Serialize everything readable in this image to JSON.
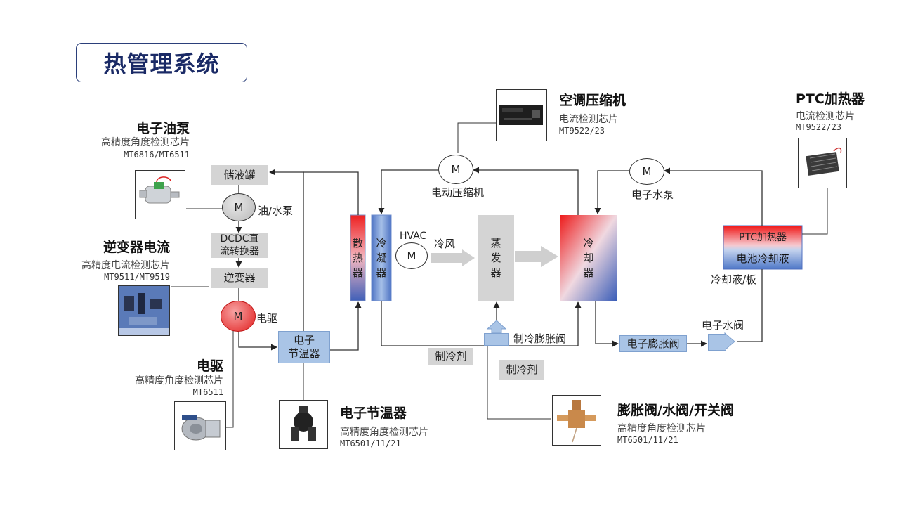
{
  "title": "热管理系统",
  "components": {
    "tank": "储液罐",
    "oil_pump_label": "油/水泵",
    "dcdc_line1": "DCDC直",
    "dcdc_line2": "流转换器",
    "inverter": "逆变器",
    "edrive_label": "电驱",
    "thermostat_line1": "电子",
    "thermostat_line2": "节温器",
    "radiator_chars": [
      "散",
      "热",
      "器"
    ],
    "condenser_chars": [
      "冷",
      "凝",
      "器"
    ],
    "hvac": "HVAC",
    "cold_air": "冷风",
    "evaporator_chars": [
      "蒸",
      "发",
      "器"
    ],
    "cooler_chars": [
      "冷",
      "却",
      "器"
    ],
    "compressor_label": "电动压缩机",
    "water_pump_label": "电子水泵",
    "ptc_heater": "PTC加热器",
    "battery_coolant": "电池冷却液",
    "coolant_plate": "冷却液/板",
    "water_valve_label": "电子水阀",
    "e_expansion_valve": "电子膨胀阀",
    "cooling_expansion_valve": "制冷膨胀阀",
    "refrigerant_1": "制冷剂",
    "refrigerant_2": "制冷剂",
    "motor_symbol": "M"
  },
  "callouts": {
    "oil_pump": {
      "title": "电子油泵",
      "subtitle": "高精度角度检测芯片",
      "code": "MT6816/MT6511"
    },
    "inverter_current": {
      "title": "逆变器电流",
      "subtitle": "高精度电流检测芯片",
      "code": "MT9511/MT9519"
    },
    "edrive": {
      "title": "电驱",
      "subtitle": "高精度角度检测芯片",
      "code": "MT6511"
    },
    "thermostat": {
      "title": "电子节温器",
      "subtitle": "高精度角度检测芯片",
      "code": "MT6501/11/21"
    },
    "ac_compressor": {
      "title": "空调压缩机",
      "subtitle": "电流检测芯片",
      "code": "MT9522/23"
    },
    "ptc": {
      "title": "PTC加热器",
      "subtitle": "电流检测芯片",
      "code": "MT9522/23"
    },
    "valves": {
      "title": "膨胀阀/水阀/开关阀",
      "subtitle": "高精度角度检测芯片",
      "code": "MT6501/11/21"
    }
  },
  "colors": {
    "title_border": "#2b3f7a",
    "blue_box": "#a9c4e6",
    "grey_box": "#d4d4d4",
    "red": "#e21f1f",
    "blue_gradient": "#3f63b8"
  }
}
